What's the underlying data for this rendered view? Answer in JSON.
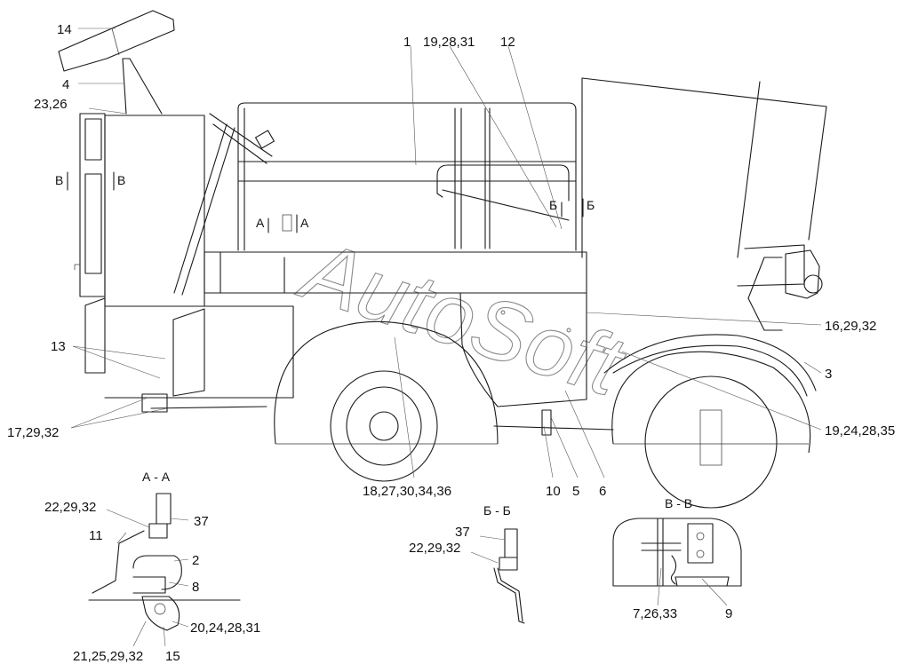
{
  "watermark": "AutoSoft",
  "callouts": {
    "c14": "14",
    "c4": "4",
    "c23_26": "23,26",
    "c1": "1",
    "c19_28_31": "19,28,31",
    "c12": "12",
    "c13": "13",
    "c17_29_32": "17,29,32",
    "c16_29_32": "16,29,32",
    "c3": "3",
    "c19_24_28_35": "19,24,28,35",
    "c18_27_30_34_36": "18,27,30,34,36",
    "c10": "10",
    "c5": "5",
    "c6": "6"
  },
  "section_marks": {
    "v_left": "В",
    "v_right": "В",
    "a_left": "А",
    "a_right": "А",
    "b_left": "Б",
    "b_right": "Б"
  },
  "detail_aa": {
    "title": "А - А",
    "labels": {
      "c22_29_32": "22,29,32",
      "c37": "37",
      "c11": "11",
      "c2": "2",
      "c8": "8",
      "c20_24_28_31": "20,24,28,31",
      "c21_25_29_32": "21,25,29,32",
      "c15": "15"
    }
  },
  "detail_bb": {
    "title": "Б - Б",
    "labels": {
      "c37": "37",
      "c22_29_32": "22,29,32"
    }
  },
  "detail_vv": {
    "title": "В - В",
    "labels": {
      "c7_26_33": "7,26,33",
      "c9": "9"
    }
  }
}
